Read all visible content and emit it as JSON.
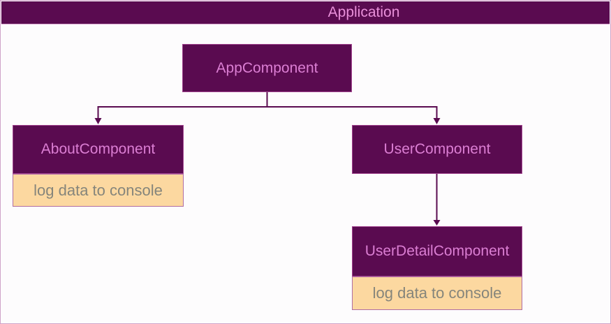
{
  "diagram": {
    "title": "Application",
    "nodes": {
      "app": {
        "label": "AppComponent"
      },
      "about": {
        "label": "AboutComponent",
        "note": "log data to console"
      },
      "user": {
        "label": "UserComponent"
      },
      "user_detail": {
        "label": "UserDetailComponent",
        "note": "log data to console"
      }
    },
    "edges": [
      {
        "from": "AppComponent",
        "to": "AboutComponent"
      },
      {
        "from": "AppComponent",
        "to": "UserComponent"
      },
      {
        "from": "UserComponent",
        "to": "UserDetailComponent"
      }
    ],
    "colors": {
      "node_fill": "#5a0b50",
      "node_border": "#a2448f",
      "node_text": "#db7ed3",
      "title_text": "#e88fd9",
      "note_fill": "#fcd8a0",
      "note_border": "#b06da2",
      "note_text": "#85857b",
      "connector": "#5a0b50",
      "frame_border": "#cfa3c9",
      "background": "#fdfcfd"
    }
  }
}
